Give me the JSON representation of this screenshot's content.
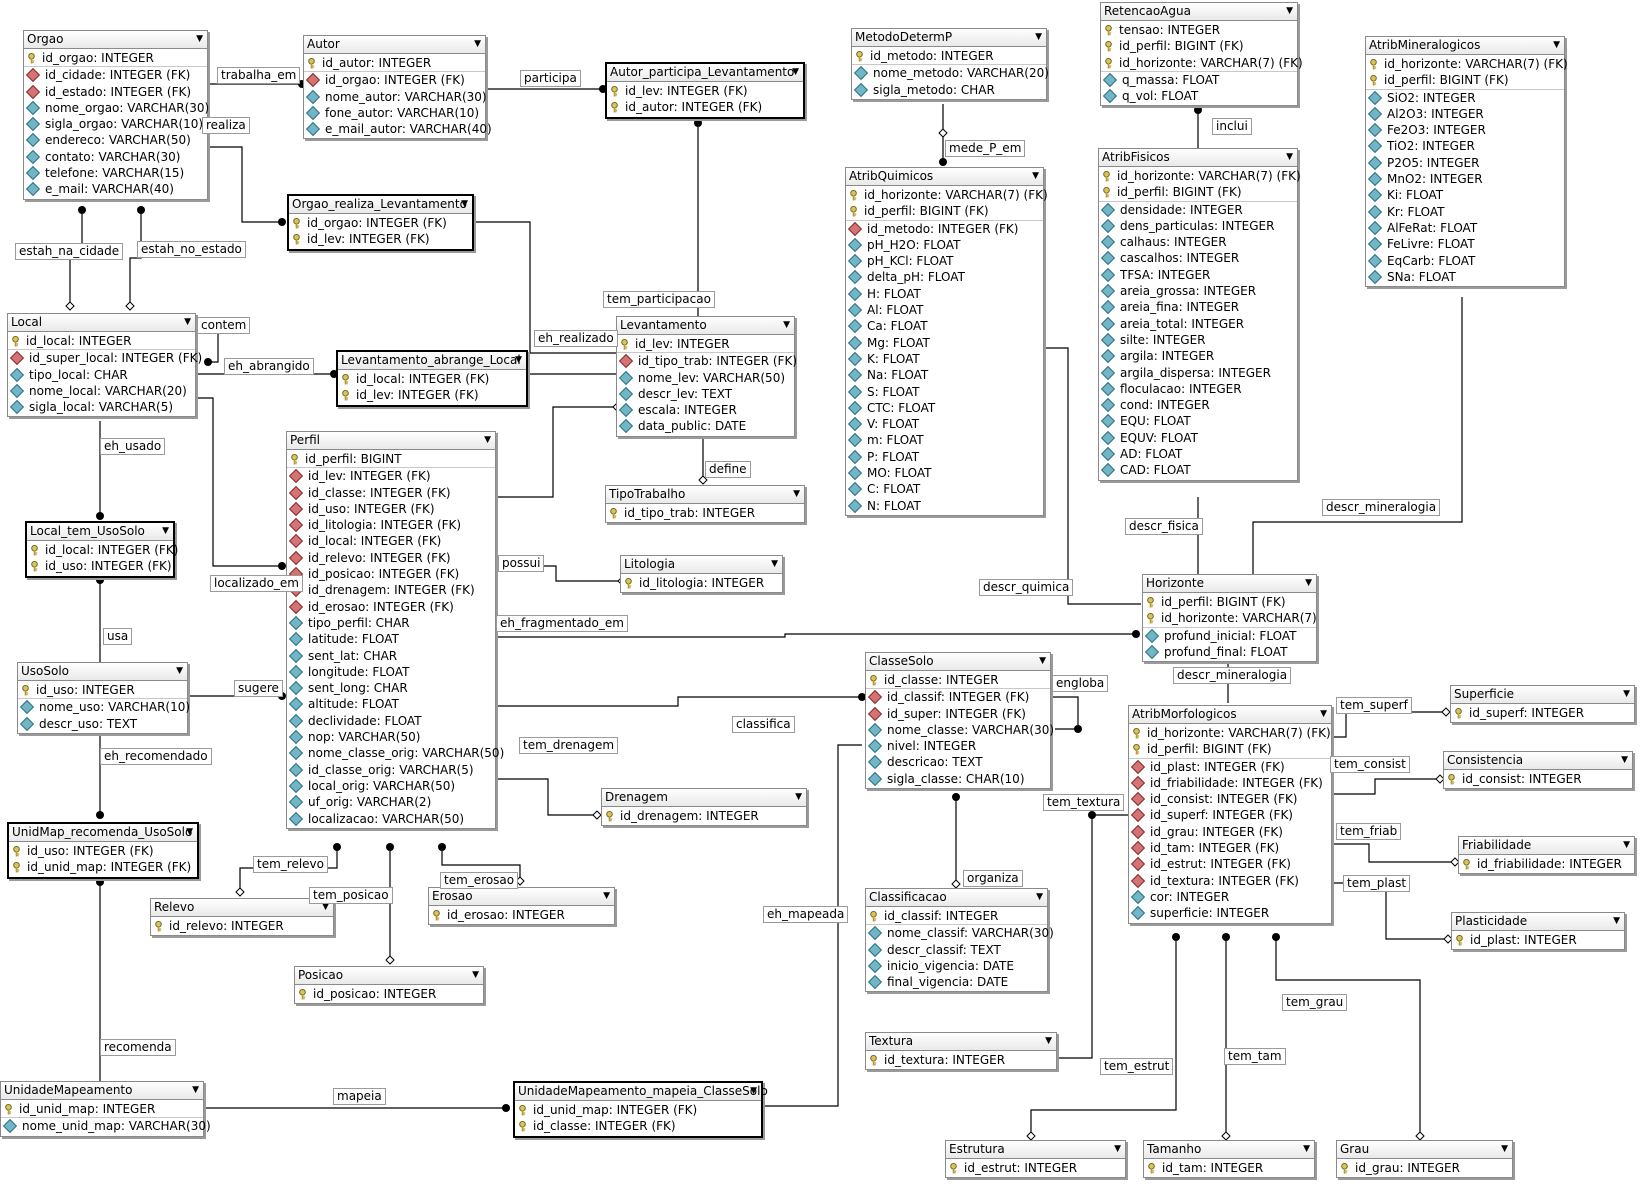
{
  "entities": [
    {
      "name": "Orgao",
      "sel": false,
      "attrs": [
        {
          "t": "id_orgao: INTEGER",
          "k": "pk"
        },
        {
          "t": "id_cidade: INTEGER (FK)",
          "k": "fk"
        },
        {
          "t": "id_estado: INTEGER (FK)",
          "k": "fk"
        },
        {
          "t": "nome_orgao: VARCHAR(30)",
          "k": "col"
        },
        {
          "t": "sigla_orgao: VARCHAR(10)",
          "k": "col"
        },
        {
          "t": "endereco: VARCHAR(50)",
          "k": "col"
        },
        {
          "t": "contato: VARCHAR(30)",
          "k": "col"
        },
        {
          "t": "telefone: VARCHAR(15)",
          "k": "col"
        },
        {
          "t": "e_mail: VARCHAR(40)",
          "k": "col"
        }
      ]
    },
    {
      "name": "Autor",
      "sel": false,
      "attrs": [
        {
          "t": "id_autor: INTEGER",
          "k": "pk"
        },
        {
          "t": "id_orgao: INTEGER (FK)",
          "k": "fk"
        },
        {
          "t": "nome_autor: VARCHAR(30)",
          "k": "col"
        },
        {
          "t": "fone_autor: VARCHAR(10)",
          "k": "col"
        },
        {
          "t": "e_mail_autor: VARCHAR(40)",
          "k": "col"
        }
      ]
    },
    {
      "name": "Autor_participa_Levantamento",
      "sel": true,
      "attrs": [
        {
          "t": "id_lev: INTEGER (FK)",
          "k": "pk"
        },
        {
          "t": "id_autor: INTEGER (FK)",
          "k": "pk"
        }
      ]
    },
    {
      "name": "MetodoDetermP",
      "sel": false,
      "attrs": [
        {
          "t": "id_metodo: INTEGER",
          "k": "pk"
        },
        {
          "t": "nome_metodo: VARCHAR(20)",
          "k": "col"
        },
        {
          "t": "sigla_metodo: CHAR",
          "k": "col"
        }
      ]
    },
    {
      "name": "RetencaoAgua",
      "sel": false,
      "attrs": [
        {
          "t": "tensao: INTEGER",
          "k": "pk"
        },
        {
          "t": "id_perfil: BIGINT (FK)",
          "k": "pk"
        },
        {
          "t": "id_horizonte: VARCHAR(7) (FK)",
          "k": "pk"
        },
        {
          "t": "q_massa: FLOAT",
          "k": "col"
        },
        {
          "t": "q_vol: FLOAT",
          "k": "col"
        }
      ]
    },
    {
      "name": "AtribMineralogicos",
      "sel": false,
      "attrs": [
        {
          "t": "id_horizonte: VARCHAR(7) (FK)",
          "k": "pk"
        },
        {
          "t": "id_perfil: BIGINT (FK)",
          "k": "pk"
        },
        {
          "t": "SiO2: INTEGER",
          "k": "col"
        },
        {
          "t": "Al2O3: INTEGER",
          "k": "col"
        },
        {
          "t": "Fe2O3: INTEGER",
          "k": "col"
        },
        {
          "t": "TiO2: INTEGER",
          "k": "col"
        },
        {
          "t": "P2O5: INTEGER",
          "k": "col"
        },
        {
          "t": "MnO2: INTEGER",
          "k": "col"
        },
        {
          "t": "Ki: FLOAT",
          "k": "col"
        },
        {
          "t": "Kr: FLOAT",
          "k": "col"
        },
        {
          "t": "AlFeRat: FLOAT",
          "k": "col"
        },
        {
          "t": "FeLivre: FLOAT",
          "k": "col"
        },
        {
          "t": "EqCarb: FLOAT",
          "k": "col"
        },
        {
          "t": "SNa: FLOAT",
          "k": "col"
        }
      ]
    },
    {
      "name": "Orgao_realiza_Levantamento",
      "sel": true,
      "attrs": [
        {
          "t": "id_orgao: INTEGER (FK)",
          "k": "pk"
        },
        {
          "t": "id_lev: INTEGER (FK)",
          "k": "pk"
        }
      ]
    },
    {
      "name": "Local",
      "sel": false,
      "attrs": [
        {
          "t": "id_local: INTEGER",
          "k": "pk"
        },
        {
          "t": "id_super_local: INTEGER (FK)",
          "k": "fk"
        },
        {
          "t": "tipo_local: CHAR",
          "k": "col"
        },
        {
          "t": "nome_local: VARCHAR(20)",
          "k": "col"
        },
        {
          "t": "sigla_local: VARCHAR(5)",
          "k": "col"
        }
      ]
    },
    {
      "name": "Levantamento_abrange_Local",
      "sel": true,
      "attrs": [
        {
          "t": "id_local: INTEGER (FK)",
          "k": "pk"
        },
        {
          "t": "id_lev: INTEGER (FK)",
          "k": "pk"
        }
      ]
    },
    {
      "name": "Levantamento",
      "sel": false,
      "attrs": [
        {
          "t": "id_lev: INTEGER",
          "k": "pk"
        },
        {
          "t": "id_tipo_trab: INTEGER (FK)",
          "k": "fk"
        },
        {
          "t": "nome_lev: VARCHAR(50)",
          "k": "col"
        },
        {
          "t": "descr_lev: TEXT",
          "k": "col"
        },
        {
          "t": "escala: INTEGER",
          "k": "col"
        },
        {
          "t": "data_public: DATE",
          "k": "col"
        }
      ]
    },
    {
      "name": "AtribQuimicos",
      "sel": false,
      "attrs": [
        {
          "t": "id_horizonte: VARCHAR(7) (FK)",
          "k": "pk"
        },
        {
          "t": "id_perfil: BIGINT (FK)",
          "k": "pk"
        },
        {
          "t": "id_metodo: INTEGER (FK)",
          "k": "fk"
        },
        {
          "t": "pH_H2O: FLOAT",
          "k": "col"
        },
        {
          "t": "pH_KCl: FLOAT",
          "k": "col"
        },
        {
          "t": "delta_pH: FLOAT",
          "k": "col"
        },
        {
          "t": "H: FLOAT",
          "k": "col"
        },
        {
          "t": "Al: FLOAT",
          "k": "col"
        },
        {
          "t": "Ca: FLOAT",
          "k": "col"
        },
        {
          "t": "Mg: FLOAT",
          "k": "col"
        },
        {
          "t": "K: FLOAT",
          "k": "col"
        },
        {
          "t": "Na: FLOAT",
          "k": "col"
        },
        {
          "t": "S: FLOAT",
          "k": "col"
        },
        {
          "t": "CTC: FLOAT",
          "k": "col"
        },
        {
          "t": "V: FLOAT",
          "k": "col"
        },
        {
          "t": "m: FLOAT",
          "k": "col"
        },
        {
          "t": "P: FLOAT",
          "k": "col"
        },
        {
          "t": "MO: FLOAT",
          "k": "col"
        },
        {
          "t": "C: FLOAT",
          "k": "col"
        },
        {
          "t": "N: FLOAT",
          "k": "col"
        }
      ]
    },
    {
      "name": "AtribFisicos",
      "sel": false,
      "attrs": [
        {
          "t": "id_horizonte: VARCHAR(7) (FK)",
          "k": "pk"
        },
        {
          "t": "id_perfil: BIGINT (FK)",
          "k": "pk"
        },
        {
          "t": "densidade: INTEGER",
          "k": "col"
        },
        {
          "t": "dens_particulas: INTEGER",
          "k": "col"
        },
        {
          "t": "calhaus: INTEGER",
          "k": "col"
        },
        {
          "t": "cascalhos: INTEGER",
          "k": "col"
        },
        {
          "t": "TFSA: INTEGER",
          "k": "col"
        },
        {
          "t": "areia_grossa: INTEGER",
          "k": "col"
        },
        {
          "t": "areia_fina: INTEGER",
          "k": "col"
        },
        {
          "t": "areia_total: INTEGER",
          "k": "col"
        },
        {
          "t": "silte: INTEGER",
          "k": "col"
        },
        {
          "t": "argila: INTEGER",
          "k": "col"
        },
        {
          "t": "argila_dispersa: INTEGER",
          "k": "col"
        },
        {
          "t": "floculacao: INTEGER",
          "k": "col"
        },
        {
          "t": "cond: INTEGER",
          "k": "col"
        },
        {
          "t": "EQU: FLOAT",
          "k": "col"
        },
        {
          "t": "EQUV: FLOAT",
          "k": "col"
        },
        {
          "t": "AD: FLOAT",
          "k": "col"
        },
        {
          "t": "CAD: FLOAT",
          "k": "col"
        }
      ]
    },
    {
      "name": "Perfil",
      "sel": false,
      "attrs": [
        {
          "t": "id_perfil: BIGINT",
          "k": "pk"
        },
        {
          "t": "id_lev: INTEGER (FK)",
          "k": "fk"
        },
        {
          "t": "id_classe: INTEGER (FK)",
          "k": "fk"
        },
        {
          "t": "id_uso: INTEGER (FK)",
          "k": "fk"
        },
        {
          "t": "id_litologia: INTEGER (FK)",
          "k": "fk"
        },
        {
          "t": "id_local: INTEGER (FK)",
          "k": "fk"
        },
        {
          "t": "id_relevo: INTEGER (FK)",
          "k": "fk"
        },
        {
          "t": "id_posicao: INTEGER (FK)",
          "k": "fk"
        },
        {
          "t": "id_drenagem: INTEGER (FK)",
          "k": "fk"
        },
        {
          "t": "id_erosao: INTEGER (FK)",
          "k": "fk"
        },
        {
          "t": "tipo_perfil: CHAR",
          "k": "col"
        },
        {
          "t": "latitude: FLOAT",
          "k": "col"
        },
        {
          "t": "sent_lat: CHAR",
          "k": "col"
        },
        {
          "t": "longitude: FLOAT",
          "k": "col"
        },
        {
          "t": "sent_long: CHAR",
          "k": "col"
        },
        {
          "t": "altitude: FLOAT",
          "k": "col"
        },
        {
          "t": "declividade: FLOAT",
          "k": "col"
        },
        {
          "t": "nop: VARCHAR(50)",
          "k": "col"
        },
        {
          "t": "nome_classe_orig: VARCHAR(50)",
          "k": "col"
        },
        {
          "t": "id_classe_orig: VARCHAR(5)",
          "k": "col"
        },
        {
          "t": "local_orig: VARCHAR(50)",
          "k": "col"
        },
        {
          "t": "uf_orig: VARCHAR(2)",
          "k": "col"
        },
        {
          "t": "localizacao: VARCHAR(50)",
          "k": "col"
        }
      ]
    },
    {
      "name": "TipoTrabalho",
      "sel": false,
      "attrs": [
        {
          "t": "id_tipo_trab: INTEGER",
          "k": "pk"
        }
      ]
    },
    {
      "name": "Local_tem_UsoSolo",
      "sel": true,
      "attrs": [
        {
          "t": "id_local: INTEGER (FK)",
          "k": "pk"
        },
        {
          "t": "id_uso: INTEGER (FK)",
          "k": "pk"
        }
      ]
    },
    {
      "name": "Litologia",
      "sel": false,
      "attrs": [
        {
          "t": "id_litologia: INTEGER",
          "k": "pk"
        }
      ]
    },
    {
      "name": "Horizonte",
      "sel": false,
      "attrs": [
        {
          "t": "id_perfil: BIGINT (FK)",
          "k": "pk"
        },
        {
          "t": "id_horizonte: VARCHAR(7)",
          "k": "pk"
        },
        {
          "t": "profund_inicial: FLOAT",
          "k": "col"
        },
        {
          "t": "profund_final: FLOAT",
          "k": "col"
        }
      ]
    },
    {
      "name": "UsoSolo",
      "sel": false,
      "attrs": [
        {
          "t": "id_uso: INTEGER",
          "k": "pk"
        },
        {
          "t": "nome_uso: VARCHAR(10)",
          "k": "col"
        },
        {
          "t": "descr_uso: TEXT",
          "k": "col"
        }
      ]
    },
    {
      "name": "ClasseSolo",
      "sel": false,
      "attrs": [
        {
          "t": "id_classe: INTEGER",
          "k": "pk"
        },
        {
          "t": "id_classif: INTEGER (FK)",
          "k": "fk"
        },
        {
          "t": "id_super: INTEGER (FK)",
          "k": "fk"
        },
        {
          "t": "nome_classe: VARCHAR(30)",
          "k": "col"
        },
        {
          "t": "nivel: INTEGER",
          "k": "col"
        },
        {
          "t": "descricao: TEXT",
          "k": "col"
        },
        {
          "t": "sigla_classe: CHAR(10)",
          "k": "col"
        }
      ]
    },
    {
      "name": "AtribMorfologicos",
      "sel": false,
      "attrs": [
        {
          "t": "id_horizonte: VARCHAR(7) (FK)",
          "k": "pk"
        },
        {
          "t": "id_perfil: BIGINT (FK)",
          "k": "pk"
        },
        {
          "t": "id_plast: INTEGER (FK)",
          "k": "fk"
        },
        {
          "t": "id_friabilidade: INTEGER (FK)",
          "k": "fk"
        },
        {
          "t": "id_consist: INTEGER (FK)",
          "k": "fk"
        },
        {
          "t": "id_superf: INTEGER (FK)",
          "k": "fk"
        },
        {
          "t": "id_grau: INTEGER (FK)",
          "k": "fk"
        },
        {
          "t": "id_tam: INTEGER (FK)",
          "k": "fk"
        },
        {
          "t": "id_estrut: INTEGER (FK)",
          "k": "fk"
        },
        {
          "t": "id_textura: INTEGER (FK)",
          "k": "fk"
        },
        {
          "t": "cor: INTEGER",
          "k": "col"
        },
        {
          "t": "superficie: INTEGER",
          "k": "col"
        }
      ]
    },
    {
      "name": "Superficie",
      "sel": false,
      "attrs": [
        {
          "t": "id_superf: INTEGER",
          "k": "pk"
        }
      ]
    },
    {
      "name": "Consistencia",
      "sel": false,
      "attrs": [
        {
          "t": "id_consist: INTEGER",
          "k": "pk"
        }
      ]
    },
    {
      "name": "Drenagem",
      "sel": false,
      "attrs": [
        {
          "t": "id_drenagem: INTEGER",
          "k": "pk"
        }
      ]
    },
    {
      "name": "UnidMap_recomenda_UsoSolo",
      "sel": true,
      "attrs": [
        {
          "t": "id_uso: INTEGER (FK)",
          "k": "pk"
        },
        {
          "t": "id_unid_map: INTEGER (FK)",
          "k": "pk"
        }
      ]
    },
    {
      "name": "Friabilidade",
      "sel": false,
      "attrs": [
        {
          "t": "id_friabilidade: INTEGER",
          "k": "pk"
        }
      ]
    },
    {
      "name": "Relevo",
      "sel": false,
      "attrs": [
        {
          "t": "id_relevo: INTEGER",
          "k": "pk"
        }
      ]
    },
    {
      "name": "Erosao",
      "sel": false,
      "attrs": [
        {
          "t": "id_erosao: INTEGER",
          "k": "pk"
        }
      ]
    },
    {
      "name": "Classificacao",
      "sel": false,
      "attrs": [
        {
          "t": "id_classif: INTEGER",
          "k": "pk"
        },
        {
          "t": "nome_classif: VARCHAR(30)",
          "k": "col"
        },
        {
          "t": "descr_classif: TEXT",
          "k": "col"
        },
        {
          "t": "inicio_vigencia: DATE",
          "k": "col"
        },
        {
          "t": "final_vigencia: DATE",
          "k": "col"
        }
      ]
    },
    {
      "name": "Plasticidade",
      "sel": false,
      "attrs": [
        {
          "t": "id_plast: INTEGER",
          "k": "pk"
        }
      ]
    },
    {
      "name": "Posicao",
      "sel": false,
      "attrs": [
        {
          "t": "id_posicao: INTEGER",
          "k": "pk"
        }
      ]
    },
    {
      "name": "Textura",
      "sel": false,
      "attrs": [
        {
          "t": "id_textura: INTEGER",
          "k": "pk"
        }
      ]
    },
    {
      "name": "UnidadeMapeamento",
      "sel": false,
      "attrs": [
        {
          "t": "id_unid_map: INTEGER",
          "k": "pk"
        },
        {
          "t": "nome_unid_map: VARCHAR(30)",
          "k": "col"
        }
      ]
    },
    {
      "name": "UnidadeMapeamento_mapeia_ClasseSolo",
      "sel": true,
      "attrs": [
        {
          "t": "id_unid_map: INTEGER (FK)",
          "k": "pk"
        },
        {
          "t": "id_classe: INTEGER (FK)",
          "k": "pk"
        }
      ]
    },
    {
      "name": "Estrutura",
      "sel": false,
      "attrs": [
        {
          "t": "id_estrut: INTEGER",
          "k": "pk"
        }
      ]
    },
    {
      "name": "Tamanho",
      "sel": false,
      "attrs": [
        {
          "t": "id_tam: INTEGER",
          "k": "pk"
        }
      ]
    },
    {
      "name": "Grau",
      "sel": false,
      "attrs": [
        {
          "t": "id_grau: INTEGER",
          "k": "pk"
        }
      ]
    }
  ],
  "relationships": [
    "trabalha_em",
    "participa",
    "realiza",
    "estah_na_cidade",
    "estah_no_estado",
    "contem",
    "eh_abrangido",
    "eh_realizado",
    "tem_participacao",
    "define",
    "eh_usado",
    "localizado_em",
    "possui",
    "eh_fragmentado_em",
    "usa",
    "sugere",
    "eh_recomendado",
    "classifica",
    "tem_drenagem",
    "tem_relevo",
    "tem_posicao",
    "tem_erosao",
    "recomenda",
    "mapeia",
    "eh_mapeada",
    "mede_P_em",
    "inclui",
    "descr_fisica",
    "descr_mineralogia",
    "descr_quimica",
    "descr_mineralogia",
    "engloba",
    "tem_textura",
    "organiza",
    "tem_superf",
    "tem_consist",
    "tem_friab",
    "tem_plast",
    "tem_grau",
    "tem_tam",
    "tem_estrut"
  ]
}
